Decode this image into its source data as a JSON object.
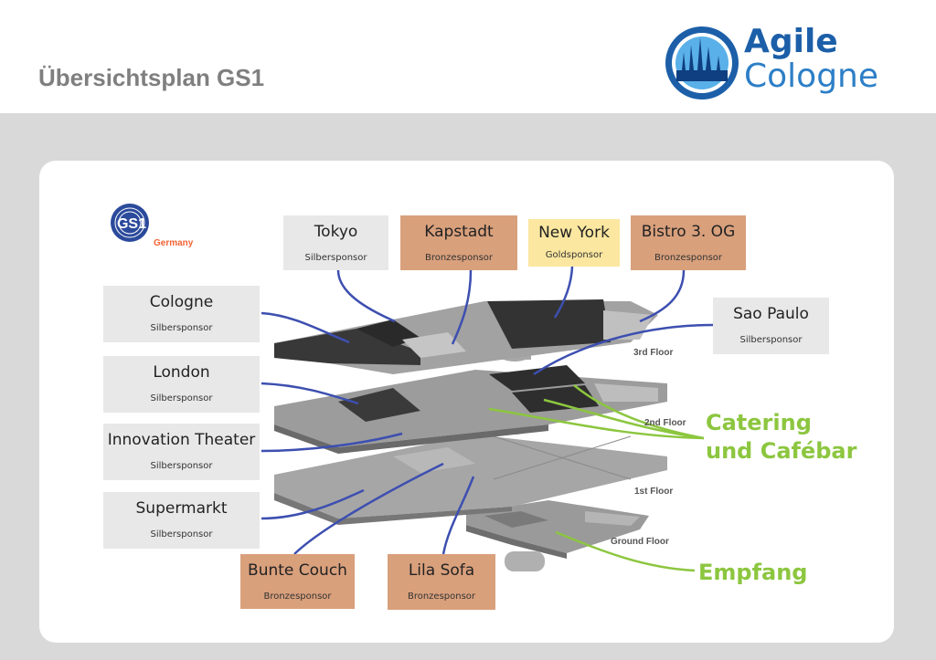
{
  "header": {
    "title": "Übersichtsplan GS1",
    "logo_line1": "Agile",
    "logo_line2": "Cologne"
  },
  "gs1_logo": {
    "mark": "GS1",
    "country": "Germany"
  },
  "rooms": {
    "tokyo": {
      "name": "Tokyo",
      "tier": "Silbersponsor"
    },
    "kapstadt": {
      "name": "Kapstadt",
      "tier": "Bronzesponsor"
    },
    "newyork": {
      "name": "New York",
      "tier": "Goldsponsor"
    },
    "bistro": {
      "name": "Bistro 3. OG",
      "tier": "Bronzesponsor"
    },
    "saopaulo": {
      "name": "Sao Paulo",
      "tier": "Silbersponsor"
    },
    "cologne": {
      "name": "Cologne",
      "tier": "Silbersponsor"
    },
    "london": {
      "name": "London",
      "tier": "Silbersponsor"
    },
    "innovation": {
      "name": "Innovation Theater",
      "tier": "Silbersponsor"
    },
    "supermarkt": {
      "name": "Supermarkt",
      "tier": "Silbersponsor"
    },
    "buntecouch": {
      "name": "Bunte Couch",
      "tier": "Bronzesponsor"
    },
    "lilasofa": {
      "name": "Lila Sofa",
      "tier": "Bronzesponsor"
    }
  },
  "floors": {
    "third": "3rd Floor",
    "second": "2nd Floor",
    "first": "1st Floor",
    "ground": "Ground Floor"
  },
  "callouts": {
    "catering_line1": "Catering",
    "catering_line2": "und Cafébar",
    "empfang": "Empfang"
  },
  "colors": {
    "silver": "#e8e8e8",
    "bronze": "#d9a07c",
    "gold": "#fbe7a0",
    "connector": "#3d4fb0",
    "green": "#8cc63f",
    "title_gray": "#7f7f7f"
  }
}
